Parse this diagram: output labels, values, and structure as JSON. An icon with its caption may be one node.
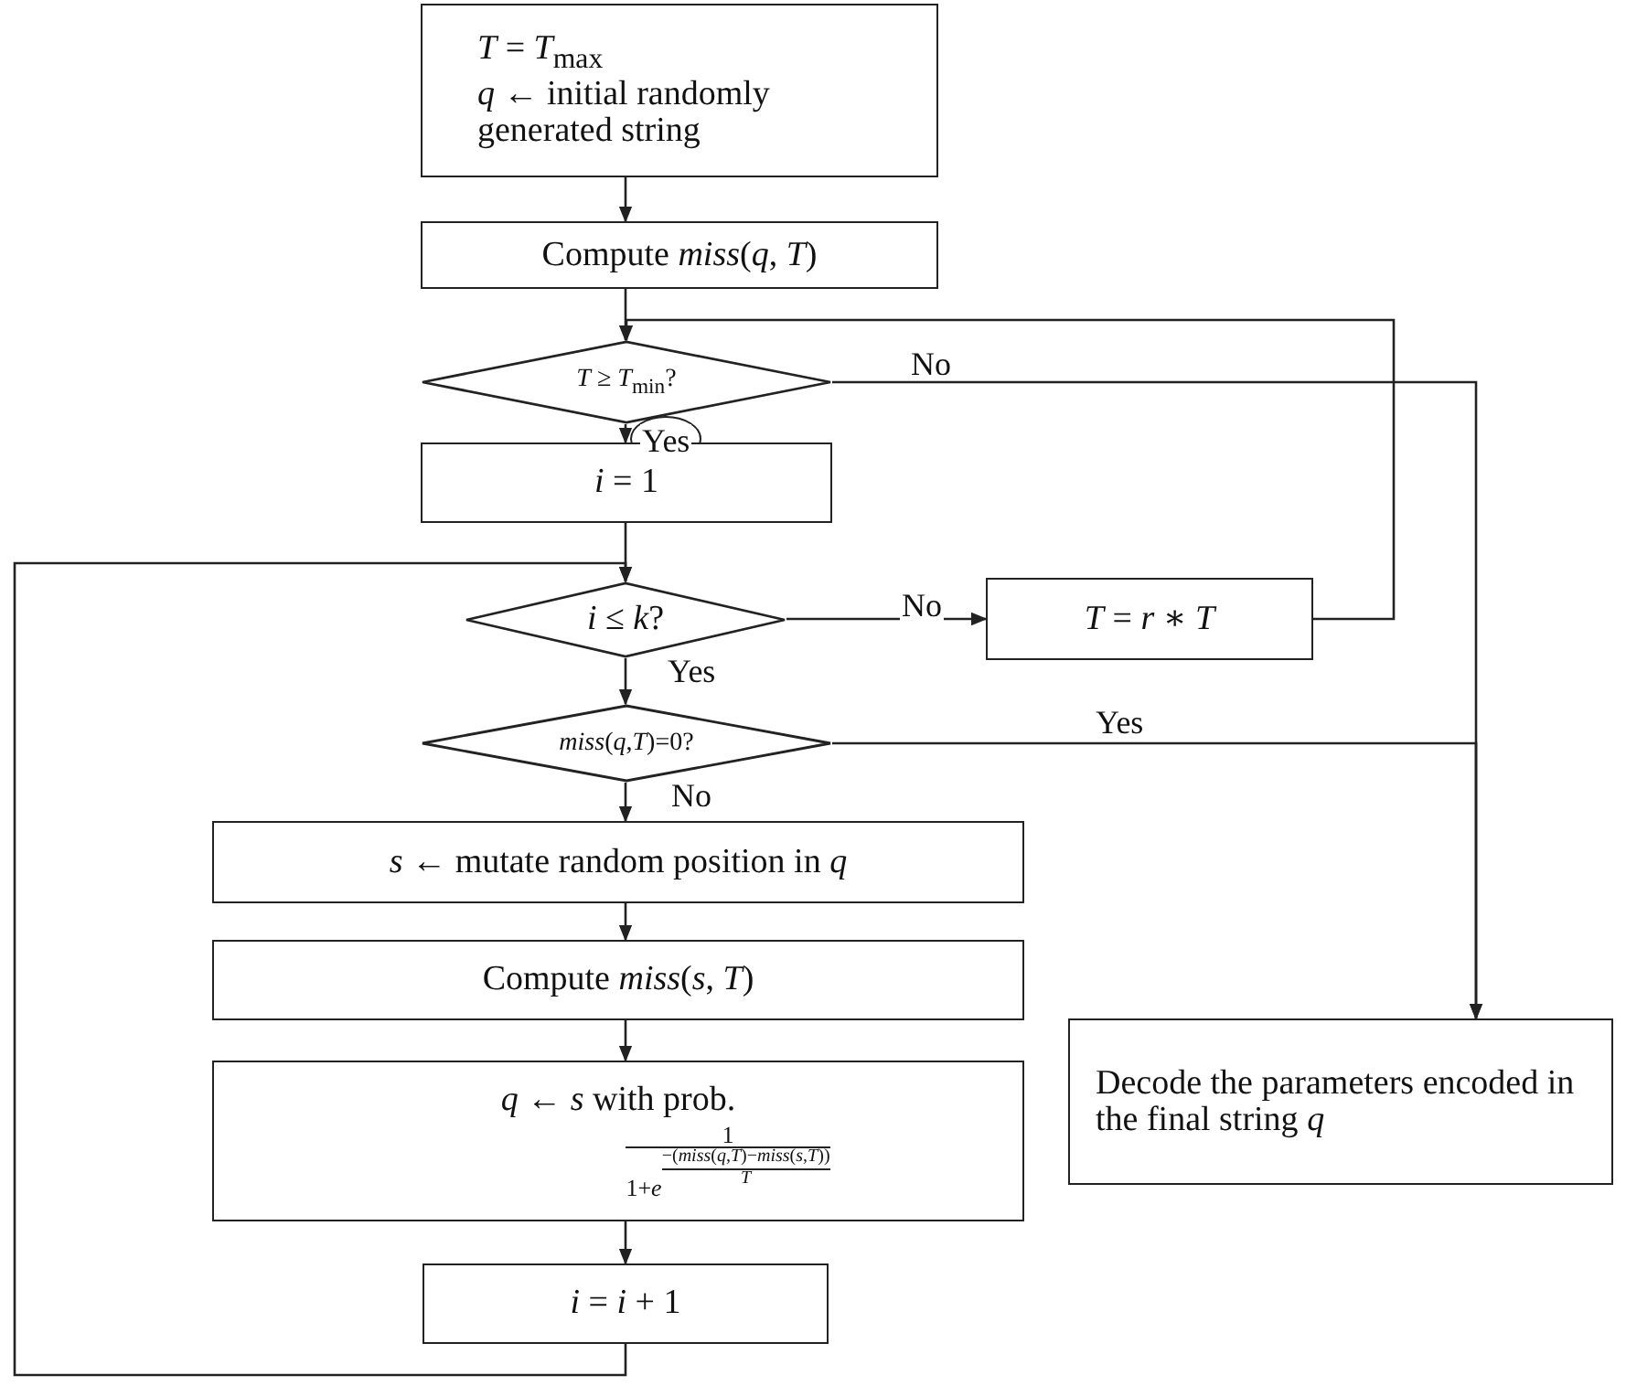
{
  "diagram": {
    "nodes": [
      {
        "text": [
          "*T* = *T*$_{max}$",
          "*q* ← initial randomly generated string"
        ]
      },
      {
        "text": [
          "Compute *miss*(*q*, *T*)"
        ]
      },
      {
        "text": [
          "*T* ≥ *T*$_{min}$?"
        ]
      },
      {
        "text": [
          "*i* = 1"
        ]
      },
      {
        "text": [
          "*i* ≤ *k*?"
        ]
      },
      {
        "text": [
          "*T* = *r* ∗ *T*"
        ]
      },
      {
        "text": [
          "*miss*(*q*,*T*)=0?"
        ]
      },
      {
        "text": [
          "*s* ← mutate random position in *q*"
        ]
      },
      {
        "text": [
          "Compute *miss*(*s*, *T*)"
        ]
      },
      {
        "text": [
          "*q* ← *s* with prob.",
          "1",
          "1+*e*",
          "−(*miss*(*q*,*T*)−*miss*(*s*,*T*))",
          "*T*"
        ]
      },
      {
        "text": [
          "*i* = *i* + 1"
        ]
      },
      {
        "text": [
          "Decode the parameters encoded in the final string *q*"
        ]
      }
    ],
    "edges": [
      {
        "from": 0,
        "to": 1,
        "arrow": "to"
      },
      {
        "from": 1,
        "to": 2,
        "arrow": "to"
      },
      {
        "from": 2,
        "to": 3,
        "arrow": "to",
        "label": "Yes"
      },
      {
        "from": 3,
        "to": 4,
        "arrow": "to"
      },
      {
        "from": 4,
        "to": 5,
        "arrow": "to",
        "label": "No"
      },
      {
        "from": 5,
        "to": 2,
        "arrow": "to"
      },
      {
        "from": 2,
        "to": 11,
        "arrow": "to",
        "label": "No"
      },
      {
        "from": 4,
        "to": 6,
        "arrow": "to",
        "label": "Yes"
      },
      {
        "from": 6,
        "to": 11,
        "arrow": "to",
        "label": "Yes"
      },
      {
        "from": 6,
        "to": 7,
        "arrow": "to",
        "label": "No"
      },
      {
        "from": 7,
        "to": 8,
        "arrow": "to"
      },
      {
        "from": 8,
        "to": 9,
        "arrow": "to"
      },
      {
        "from": 9,
        "to": 10,
        "arrow": "to"
      },
      {
        "from": 10,
        "to": 4,
        "arrow": "to"
      }
    ]
  }
}
